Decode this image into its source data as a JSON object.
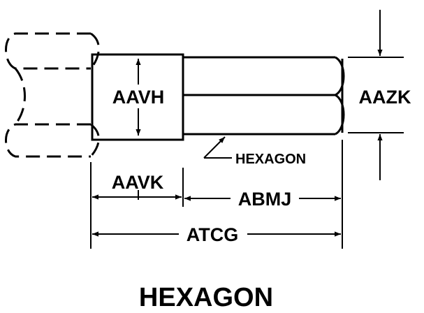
{
  "title": "HEXAGON",
  "labels": {
    "head_height": "AAVH",
    "across_flats": "AAZK",
    "hexagon_callout": "HEXAGON",
    "head_length": "AAVK",
    "hex_length": "ABMJ",
    "overall_length": "ATCG"
  }
}
